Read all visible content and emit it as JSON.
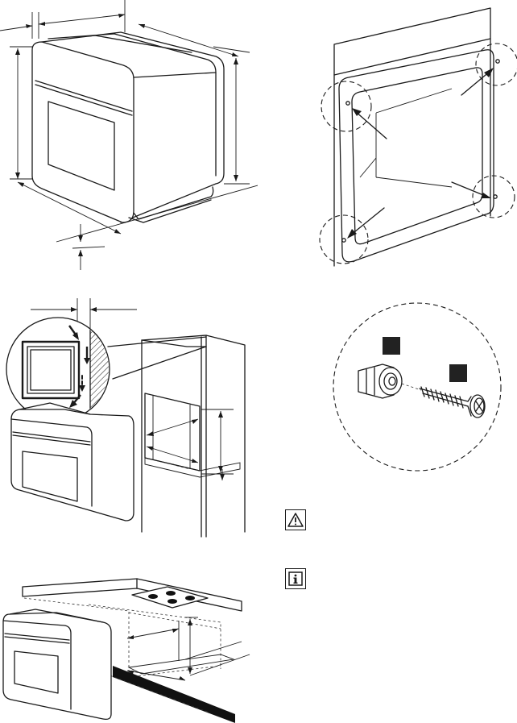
{
  "figures": [
    {
      "id": "oven-dimensions"
    },
    {
      "id": "mounting-frame-fixing-points"
    },
    {
      "id": "column-cabinet-installation"
    },
    {
      "id": "fixing-bush-and-screw"
    },
    {
      "id": "built-under-hob-installation"
    }
  ],
  "icons": {
    "warning": "warning-triangle-icon",
    "info": "information-icon"
  },
  "colors": {
    "line": "#1a1a1a",
    "label_block": "#222222",
    "background": "#ffffff"
  }
}
